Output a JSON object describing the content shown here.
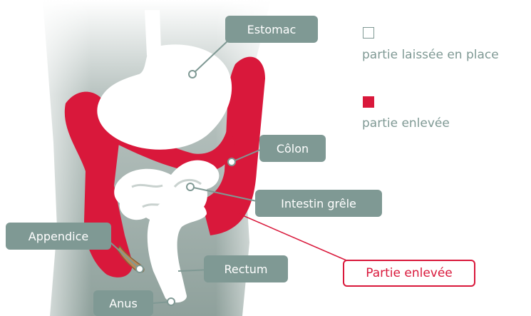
{
  "colors": {
    "removed": "#d9183b",
    "remaining": "#ffffff",
    "label_bg": "#7f9994",
    "legend_text": "#7f9994",
    "background_gradient": "#a9b5b2"
  },
  "labels": {
    "stomach": "Estomac",
    "colon": "Côlon",
    "small_intestine": "Intestin grêle",
    "appendix": "Appendice",
    "rectum": "Rectum",
    "anus": "Anus",
    "removed_part": "Partie enlevée"
  },
  "legend": {
    "remaining": "partie laissée en place",
    "removed": "partie enlevée"
  }
}
